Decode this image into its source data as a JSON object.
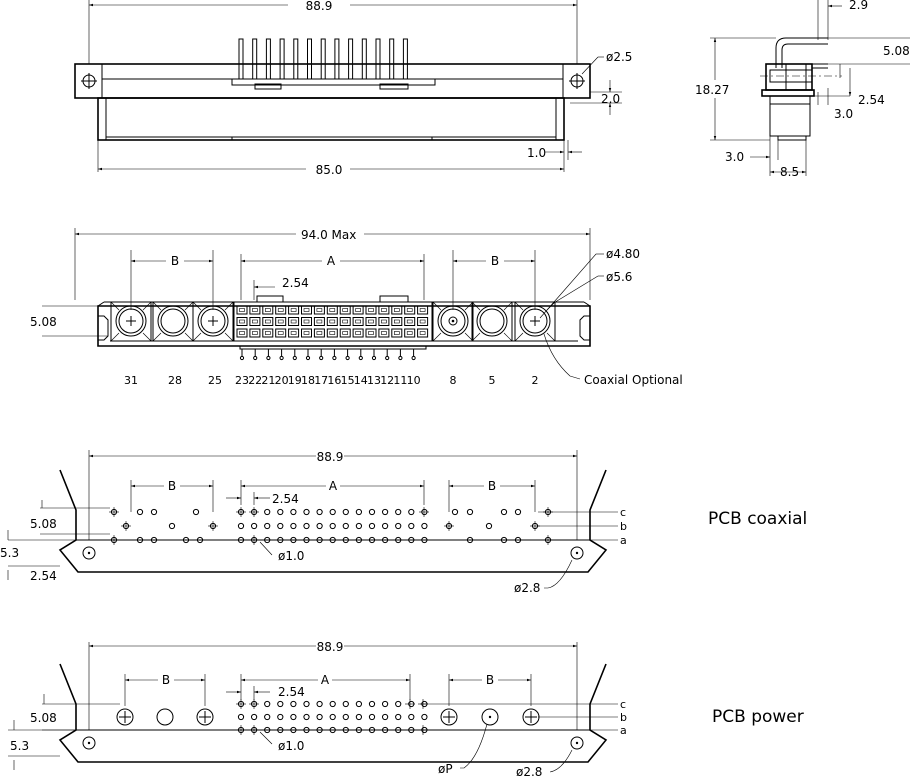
{
  "front": {
    "overall_width": "88.9",
    "dia_mount": "ø2.5",
    "height": "2.0",
    "offset": "1.0",
    "body_width": "85.0"
  },
  "side": {
    "d1": "2.9",
    "d2": "5.08",
    "height": "18.27",
    "d3": "2.54",
    "d4": "3.0",
    "d5": "3.0",
    "d6": "8.5"
  },
  "face": {
    "max_width": "94.0 Max",
    "dim_b_left": "B",
    "dim_a": "A",
    "dim_b_right": "B",
    "pitch": "2.54",
    "row": "5.08",
    "dia_inner": "ø4.80",
    "dia_outer": "ø5.6",
    "coaxial_note": "Coaxial Optional",
    "pin_labels_left": [
      "31",
      "28",
      "25"
    ],
    "pin_labels_mid": [
      "23",
      "22",
      "21",
      "20",
      "19",
      "18",
      "17",
      "16",
      "15",
      "14",
      "13",
      "12",
      "11",
      "10"
    ],
    "pin_labels_right": [
      "8",
      "5",
      "2"
    ]
  },
  "pcb_coaxial": {
    "title": "PCB coaxial",
    "width": "88.9",
    "dim_b_left": "B",
    "dim_a": "A",
    "dim_b_right": "B",
    "pitch": "2.54",
    "row": "5.08",
    "left1": "5.3",
    "left2": "2.54",
    "hole": "ø1.0",
    "mount": "ø2.8",
    "rows": [
      "c",
      "b",
      "a"
    ]
  },
  "pcb_power": {
    "title": "PCB power",
    "width": "88.9",
    "dim_b_left": "B",
    "dim_a": "A",
    "dim_b_right": "B",
    "pitch": "2.54",
    "row": "5.08",
    "left1": "5.3",
    "hole": "ø1.0",
    "dia_p": "øP",
    "mount": "ø2.8",
    "rows": [
      "c",
      "b",
      "a"
    ]
  }
}
